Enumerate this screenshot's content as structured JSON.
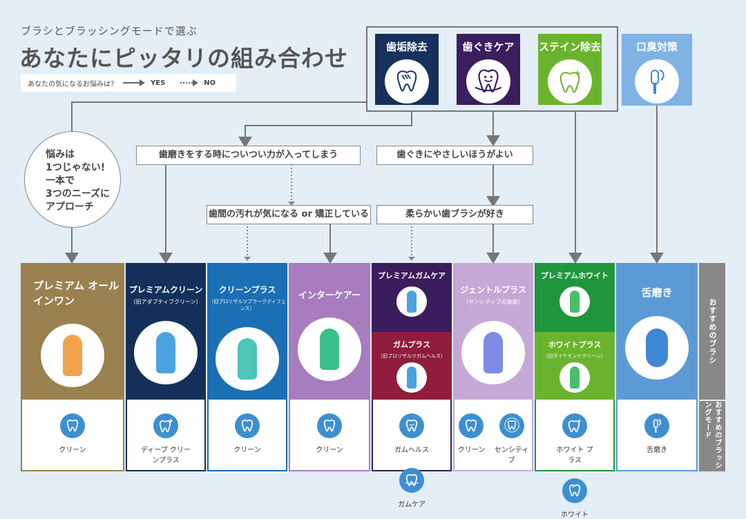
{
  "header": {
    "subtitle": "ブラシとブラッシングモードで選ぶ",
    "title": "あなたにピッタリの組み合わせ",
    "legend_question": "あなたの気になるお悩みは？",
    "legend_yes": "YES",
    "legend_no": "NO"
  },
  "concerns": [
    {
      "label": "歯垢除去",
      "color": "#16325c",
      "icon": "tooth-plaque-icon"
    },
    {
      "label": "歯ぐきケア",
      "color": "#3a1e5e",
      "icon": "tooth-smile-icon"
    },
    {
      "label": "ステイン除去",
      "color": "#6ab42d",
      "icon": "tooth-sparkle-icon"
    },
    {
      "label": "口臭対策",
      "color": "#7fb3e3",
      "icon": "tongue-cleaner-icon"
    }
  ],
  "circle_text": [
    "悩みは",
    "1つじゃない!",
    "一本で",
    "3つのニーズに",
    "アプローチ"
  ],
  "questions": {
    "q1": "歯磨きをする時についつい力が入ってしまう",
    "q2": "歯ぐきにやさしいほうがよい",
    "q3": "歯間の汚れが気になる or 矯正している",
    "q4": "柔らかい歯ブラシが好き"
  },
  "side_labels": {
    "brush": "おすすめのブラシ",
    "mode": "おすすめのブラッシングモード"
  },
  "columns": [
    {
      "name": "プレミアム オールインワン",
      "sub": "",
      "color": "#9a8150",
      "head": "#f2a24a",
      "modes": [
        {
          "label": "クリーン",
          "icon": "tooth-icon"
        }
      ]
    },
    {
      "name": "プレミアムクリーン",
      "sub": "（旧アダプティブクリーン）",
      "color": "#14305a",
      "head": "#4aa3e0",
      "modes": [
        {
          "label": "ディープ クリーンプラス",
          "icon": "tooth-plus-icon"
        }
      ]
    },
    {
      "name": "クリーンプラス",
      "sub": "（旧プロリザルツプラークディフェンス）",
      "color": "#1b6fb5",
      "head": "#4ec6b8",
      "modes": [
        {
          "label": "クリーン",
          "icon": "tooth-icon"
        }
      ]
    },
    {
      "name": "インターケアー",
      "sub": "",
      "color": "#a77dbf",
      "head": "#3cc08a",
      "modes": [
        {
          "label": "クリーン",
          "icon": "tooth-icon"
        }
      ]
    },
    {
      "name": "プレミアムガムケア",
      "name2": "ガムプラス",
      "sub2": "（旧プロリザルツガムヘルス）",
      "color": "#3a1d5c",
      "color2": "#8f1c3a",
      "head": "#4aa3e0",
      "modes": [
        {
          "label": "ガムヘルス",
          "icon": "tooth-smile-icon"
        },
        {
          "label": "ガムケア",
          "icon": "tooth-gum-icon"
        }
      ]
    },
    {
      "name": "ジェントルプラス",
      "sub": "（センシティブの後継）",
      "color": "#c6a8d7",
      "head": "#7b8ce6",
      "modes": [
        {
          "label": "クリーン",
          "icon": "tooth-icon"
        },
        {
          "label": "センシティブ",
          "icon": "tooth-waves-icon"
        }
      ]
    },
    {
      "name": "プレミアムホワイト",
      "name2": "ホワイトプラス",
      "sub2": "（旧ダイヤモンドクリーン）",
      "color": "#20963c",
      "color2": "#6ab42d",
      "head": "#46c06a",
      "modes": [
        {
          "label": "ホワイト プラス",
          "icon": "tooth-sparkle-icon"
        },
        {
          "label": "ホワイト",
          "icon": "tooth-shine-icon"
        }
      ]
    },
    {
      "name": "舌磨き",
      "sub": "",
      "color": "#5c9ad6",
      "head": "#3e86d6",
      "modes": [
        {
          "label": "舌磨き",
          "icon": "tongue-cleaner-icon"
        }
      ]
    }
  ]
}
